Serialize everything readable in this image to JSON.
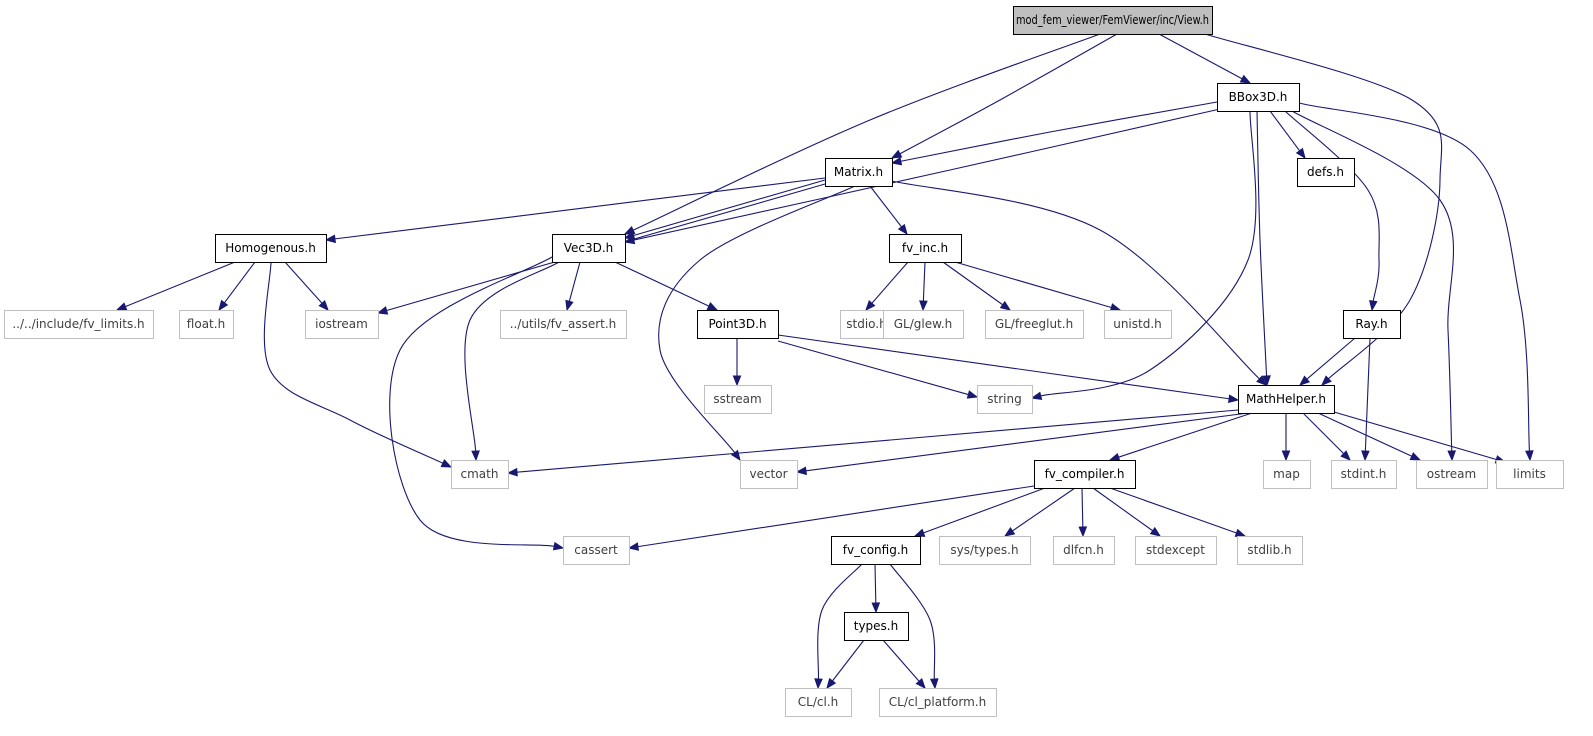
{
  "graph": {
    "title": "mod_fem_viewer/FemViewer/inc/View.h",
    "colors": {
      "edge": "#191970",
      "root_fill": "#bfbfbf",
      "root_border": "#000000",
      "documented_border": "#000000",
      "external_border": "#bfbfbf",
      "external_text": "#404040",
      "node_fill": "#ffffff"
    },
    "nodes": [
      {
        "id": "view",
        "label": "mod_fem_viewer/FemViewer/inc/View.h",
        "kind": "root"
      },
      {
        "id": "bbox3d",
        "label": "BBox3D.h",
        "kind": "documented"
      },
      {
        "id": "matrix",
        "label": "Matrix.h",
        "kind": "documented"
      },
      {
        "id": "defs",
        "label": "defs.h",
        "kind": "documented"
      },
      {
        "id": "homogenous",
        "label": "Homogenous.h",
        "kind": "documented"
      },
      {
        "id": "vec3d",
        "label": "Vec3D.h",
        "kind": "documented"
      },
      {
        "id": "fvinc",
        "label": "fv_inc.h",
        "kind": "documented"
      },
      {
        "id": "fvlimits",
        "label": "../../include/fv_limits.h",
        "kind": "external"
      },
      {
        "id": "floath",
        "label": "float.h",
        "kind": "external"
      },
      {
        "id": "iostream",
        "label": "iostream",
        "kind": "external"
      },
      {
        "id": "fvassert",
        "label": "../utils/fv_assert.h",
        "kind": "external"
      },
      {
        "id": "point3d",
        "label": "Point3D.h",
        "kind": "documented"
      },
      {
        "id": "stdio",
        "label": "stdio.h",
        "kind": "external"
      },
      {
        "id": "glew",
        "label": "GL/glew.h",
        "kind": "external"
      },
      {
        "id": "freeglut",
        "label": "GL/freeglut.h",
        "kind": "external"
      },
      {
        "id": "unistd",
        "label": "unistd.h",
        "kind": "external"
      },
      {
        "id": "ray",
        "label": "Ray.h",
        "kind": "documented"
      },
      {
        "id": "sstream",
        "label": "sstream",
        "kind": "external"
      },
      {
        "id": "string",
        "label": "string",
        "kind": "external"
      },
      {
        "id": "mathhelper",
        "label": "MathHelper.h",
        "kind": "documented"
      },
      {
        "id": "cmath",
        "label": "cmath",
        "kind": "external"
      },
      {
        "id": "vector",
        "label": "vector",
        "kind": "external"
      },
      {
        "id": "fvcompiler",
        "label": "fv_compiler.h",
        "kind": "documented"
      },
      {
        "id": "map",
        "label": "map",
        "kind": "external"
      },
      {
        "id": "stdint",
        "label": "stdint.h",
        "kind": "external"
      },
      {
        "id": "ostream",
        "label": "ostream",
        "kind": "external"
      },
      {
        "id": "limits",
        "label": "limits",
        "kind": "external"
      },
      {
        "id": "cassert",
        "label": "cassert",
        "kind": "external"
      },
      {
        "id": "fvconfig",
        "label": "fv_config.h",
        "kind": "documented"
      },
      {
        "id": "systypes",
        "label": "sys/types.h",
        "kind": "external"
      },
      {
        "id": "dlfcn",
        "label": "dlfcn.h",
        "kind": "external"
      },
      {
        "id": "stdexcept",
        "label": "stdexcept",
        "kind": "external"
      },
      {
        "id": "stdlib",
        "label": "stdlib.h",
        "kind": "external"
      },
      {
        "id": "types",
        "label": "types.h",
        "kind": "documented"
      },
      {
        "id": "clcl",
        "label": "CL/cl.h",
        "kind": "external"
      },
      {
        "id": "clplatform",
        "label": "CL/cl_platform.h",
        "kind": "external"
      }
    ],
    "edges": [
      [
        "view",
        "bbox3d"
      ],
      [
        "view",
        "matrix"
      ],
      [
        "view",
        "vec3d"
      ],
      [
        "view",
        "mathhelper"
      ],
      [
        "bbox3d",
        "matrix"
      ],
      [
        "bbox3d",
        "vec3d"
      ],
      [
        "bbox3d",
        "defs"
      ],
      [
        "bbox3d",
        "ray"
      ],
      [
        "bbox3d",
        "mathhelper"
      ],
      [
        "bbox3d",
        "string"
      ],
      [
        "bbox3d",
        "ostream"
      ],
      [
        "bbox3d",
        "limits"
      ],
      [
        "matrix",
        "homogenous"
      ],
      [
        "matrix",
        "vec3d"
      ],
      [
        "matrix",
        "fvinc"
      ],
      [
        "matrix",
        "iostream"
      ],
      [
        "matrix",
        "vector"
      ],
      [
        "matrix",
        "mathhelper"
      ],
      [
        "homogenous",
        "fvlimits"
      ],
      [
        "homogenous",
        "floath"
      ],
      [
        "homogenous",
        "iostream"
      ],
      [
        "homogenous",
        "cmath"
      ],
      [
        "vec3d",
        "fvassert"
      ],
      [
        "vec3d",
        "point3d"
      ],
      [
        "vec3d",
        "cmath"
      ],
      [
        "vec3d",
        "cassert"
      ],
      [
        "fvinc",
        "stdio"
      ],
      [
        "fvinc",
        "glew"
      ],
      [
        "fvinc",
        "freeglut"
      ],
      [
        "fvinc",
        "unistd"
      ],
      [
        "point3d",
        "sstream"
      ],
      [
        "point3d",
        "string"
      ],
      [
        "point3d",
        "mathhelper"
      ],
      [
        "ray",
        "mathhelper"
      ],
      [
        "ray",
        "stdint"
      ],
      [
        "mathhelper",
        "cmath"
      ],
      [
        "mathhelper",
        "vector"
      ],
      [
        "mathhelper",
        "fvcompiler"
      ],
      [
        "mathhelper",
        "map"
      ],
      [
        "mathhelper",
        "stdint"
      ],
      [
        "mathhelper",
        "ostream"
      ],
      [
        "mathhelper",
        "limits"
      ],
      [
        "fvcompiler",
        "cassert"
      ],
      [
        "fvcompiler",
        "fvconfig"
      ],
      [
        "fvcompiler",
        "systypes"
      ],
      [
        "fvcompiler",
        "dlfcn"
      ],
      [
        "fvcompiler",
        "stdexcept"
      ],
      [
        "fvcompiler",
        "stdlib"
      ],
      [
        "fvconfig",
        "types"
      ],
      [
        "fvconfig",
        "clcl"
      ],
      [
        "fvconfig",
        "clplatform"
      ],
      [
        "types",
        "clcl"
      ],
      [
        "types",
        "clplatform"
      ]
    ]
  }
}
